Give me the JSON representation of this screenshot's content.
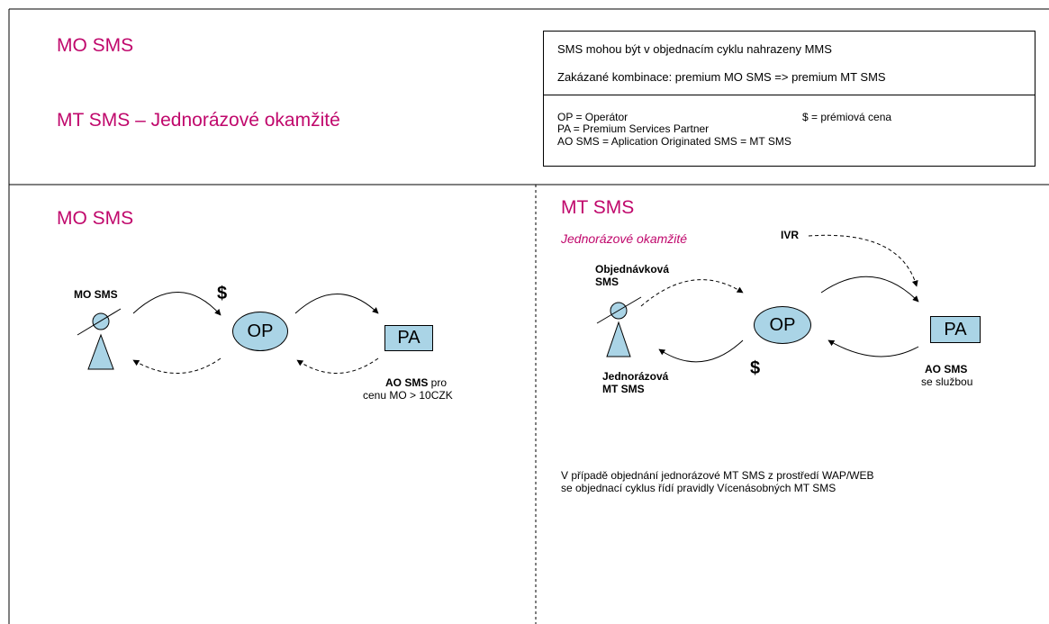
{
  "header": {
    "title_mo": "MO SMS",
    "title_mt": "MT SMS – Jednorázové okamžité"
  },
  "info_box": {
    "line1": "SMS mohou být v objednacím cyklu nahrazeny MMS",
    "line2": "Zakázané kombinace:   premium MO SMS => premium MT SMS",
    "legend": [
      "OP = Operátor",
      "$ = prémiová cena",
      "PA = Premium Services Partner",
      "AO SMS = Aplication Originated SMS = MT SMS"
    ]
  },
  "left_panel": {
    "title": "MO SMS",
    "mo_label": "MO SMS",
    "dollar": "$",
    "op": "OP",
    "pa": "PA",
    "ao_bold": "AO SMS",
    "ao_rest": " pro",
    "ao_line2": "cenu MO > 10CZK"
  },
  "right_panel": {
    "title": "MT SMS",
    "subtitle": "Jednorázové  okamžité",
    "ivr": "IVR",
    "order_line1": "Objednávková",
    "order_line2": "SMS",
    "op": "OP",
    "pa": "PA",
    "dollar": "$",
    "one_time_line1": "Jednorázová",
    "one_time_line2": "MT SMS",
    "ao_bold": "AO SMS",
    "ao_line2": "se službou",
    "note_line1": "V případě objednání jednorázové MT SMS z prostředí WAP/WEB",
    "note_line2": "se objednací cyklus řídí pravidly Vícenásobných MT SMS"
  }
}
